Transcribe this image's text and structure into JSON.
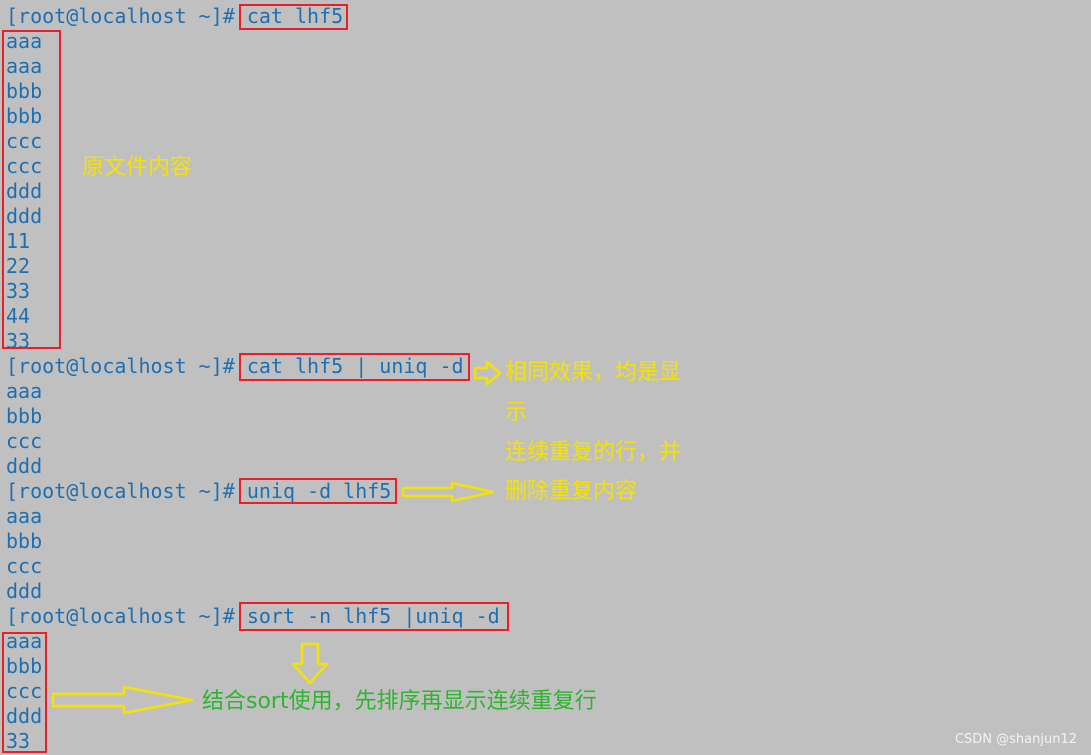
{
  "terminal": {
    "prompt": "[root@localhost ~]#",
    "blocks": [
      {
        "command": "cat lhf5",
        "output": [
          "aaa",
          "aaa",
          "bbb",
          "bbb",
          "ccc",
          "ccc",
          "ddd",
          "ddd",
          "11",
          "22",
          "33",
          "44",
          "33"
        ]
      },
      {
        "command": "cat lhf5 | uniq -d",
        "output": [
          "aaa",
          "bbb",
          "ccc",
          "ddd"
        ]
      },
      {
        "command": "uniq -d lhf5",
        "output": [
          "aaa",
          "bbb",
          "ccc",
          "ddd"
        ]
      },
      {
        "command": "sort -n lhf5 |uniq -d",
        "output": [
          "aaa",
          "bbb",
          "ccc",
          "ddd",
          "33"
        ]
      }
    ]
  },
  "annotations": {
    "original_content": "原文件内容",
    "same_effect_lines": [
      "相同效果，均是显",
      "示",
      "连续重复的行，并",
      "删除重复内容"
    ],
    "sort_note": "结合sort使用，先排序再显示连续重复行"
  },
  "colors": {
    "background": "#c0c0c0",
    "terminal_text": "#1e6fb2",
    "highlight_box": "#e8202a",
    "annotation_yellow": "#f4e300",
    "annotation_green": "#2db52d"
  },
  "watermark": "CSDN @shanjun12"
}
